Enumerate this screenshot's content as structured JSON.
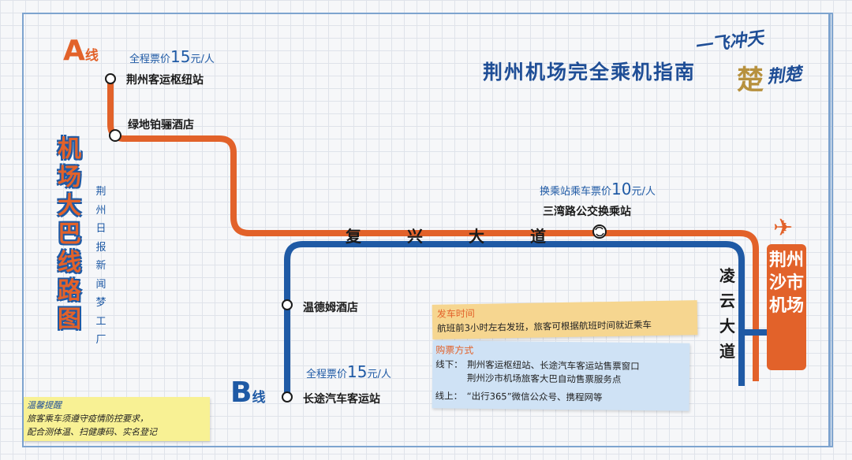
{
  "title": "荆州机场完全乘机指南",
  "logo": {
    "part1": "一飞冲天",
    "part2": "楚",
    "part3": "荆楚"
  },
  "line_a": {
    "name": "A",
    "suffix": "线",
    "price_prefix": "全程票价",
    "price_value": "15",
    "price_unit": "元/人"
  },
  "line_b": {
    "name": "B",
    "suffix": "线",
    "price_prefix": "全程票价",
    "price_value": "15",
    "price_unit": "元/人"
  },
  "side_title": "机场大巴线路图",
  "source": "荆州日报新闻梦工厂",
  "stops": {
    "a1": "荆州客运枢纽站",
    "a2": "绿地铂骊酒店",
    "transfer": "三湾路公交换乘站",
    "b1": "温德姆酒店",
    "b2": "长途汽车客运站"
  },
  "transfer_price": {
    "prefix": "换乘站乘车票价",
    "value": "10",
    "unit": "元/人"
  },
  "roads": {
    "horizontal": "复兴大道",
    "vertical": "凌云大道"
  },
  "airport": "荆州沙市机场",
  "departure": {
    "heading": "发车时间",
    "text": "航班前3小时左右发班，旅客可根据航班时间就近乘车"
  },
  "tickets": {
    "heading": "购票方式",
    "offline_label": "线下：",
    "offline_1": "荆州客运枢纽站、长途汽车客运站售票窗口",
    "offline_2": "荆州沙市机场旅客大巴自动售票服务点",
    "online_label": "线上：",
    "online": "“出行365”微信公众号、携程网等"
  },
  "tip": {
    "heading": "温馨提醒",
    "line1": "旅客乘车须遵守疫情防控要求，",
    "line2": "配合测体温、扫健康码、实名登记"
  },
  "colors": {
    "line_a": "#e2622a",
    "line_b": "#1f5aa5",
    "title": "#1f4e96"
  },
  "icons": {
    "airport": "airplane-icon",
    "transfer": "transfer-icon"
  }
}
